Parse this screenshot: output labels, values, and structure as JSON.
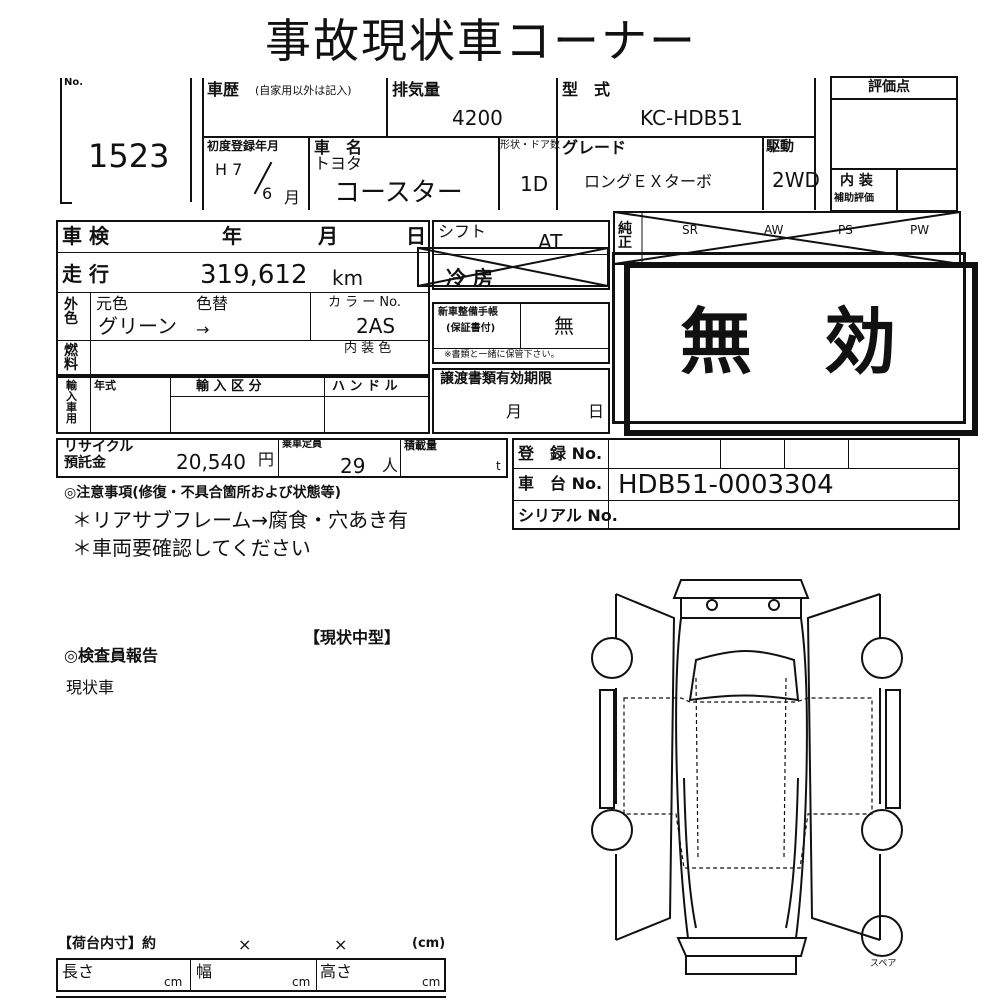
{
  "title": "事故現状車コーナー",
  "no": {
    "label": "No.",
    "value": "1523"
  },
  "history": {
    "label": "車歴",
    "note": "(自家用以外は記入)"
  },
  "displacement": {
    "label": "排気量",
    "value": "4200"
  },
  "model": {
    "label": "型　式",
    "value": "KC-HDB51"
  },
  "score": {
    "label": "評価点",
    "interior_label": "内 装",
    "interior_sub": "補助評価"
  },
  "first_reg": {
    "label": "初度登録年月",
    "era_year": "H 7",
    "month": "6",
    "month_unit": "月"
  },
  "car_name": {
    "label": "車　名",
    "maker": "トヨタ",
    "name": "コースター"
  },
  "doors": {
    "label": "形状・ドア数",
    "value": "1D"
  },
  "grade": {
    "label": "グレード",
    "value": "ロングＥＸターボ"
  },
  "drive": {
    "label": "駆動",
    "value": "2WD"
  },
  "inspection": {
    "label": "車 検",
    "year": "年",
    "month": "月",
    "day": "日"
  },
  "shift": {
    "label": "シフト",
    "value": "AT"
  },
  "aircon": {
    "label": "冷 房"
  },
  "equipment": {
    "label": "純正",
    "items": [
      "SR",
      "AW",
      "PS",
      "PW"
    ]
  },
  "mileage": {
    "label": "走 行",
    "value": "319,612",
    "unit": "km"
  },
  "color": {
    "label_outer": "外色",
    "original_label": "元色",
    "change_label": "色替",
    "value": "グリーン",
    "arrow": "→",
    "code_label": "カ ラ ー No.",
    "code": "2AS"
  },
  "fuel": {
    "label": "燃料"
  },
  "interior_color": {
    "label": "内 装 色"
  },
  "maintenance": {
    "label1": "新車整備手帳",
    "label2": "(保証書付)",
    "value": "無",
    "note": "※書類と一緒に保管下さい。"
  },
  "import": {
    "label": "輸入車用",
    "year_label": "年式",
    "type_label": "輸 入 区 分",
    "handle_label": "ハ ン ド ル"
  },
  "transfer": {
    "label": "譲渡書類有効期限",
    "month": "月",
    "day": "日"
  },
  "stamp": "無　効",
  "recycle": {
    "label1": "リサイクル",
    "label2": "預託金",
    "value": "20,540",
    "unit": "円"
  },
  "capacity": {
    "label": "乗車定員",
    "value": "29",
    "unit": "人"
  },
  "load": {
    "label": "積載量",
    "unit": "t"
  },
  "registration": {
    "label": "登　録 No."
  },
  "chassis": {
    "label": "車　台 No.",
    "value": "HDB51-0003304"
  },
  "serial": {
    "label": "シリアル No."
  },
  "notes": {
    "title": "◎注意事項(修復・不具合箇所および状態等)",
    "lines": [
      "＊リアサブフレーム→腐食・穴あき有",
      "＊車両要確認してください"
    ]
  },
  "category": "【現状中型】",
  "inspector": {
    "title": "◎検査員報告",
    "text": "現状車"
  },
  "cargo": {
    "title": "【荷台内寸】約",
    "x1": "×",
    "x2": "×",
    "unit": "(cm)",
    "length": "長さ",
    "width": "幅",
    "height": "高さ",
    "cm": "cm"
  },
  "spare": "スペア"
}
